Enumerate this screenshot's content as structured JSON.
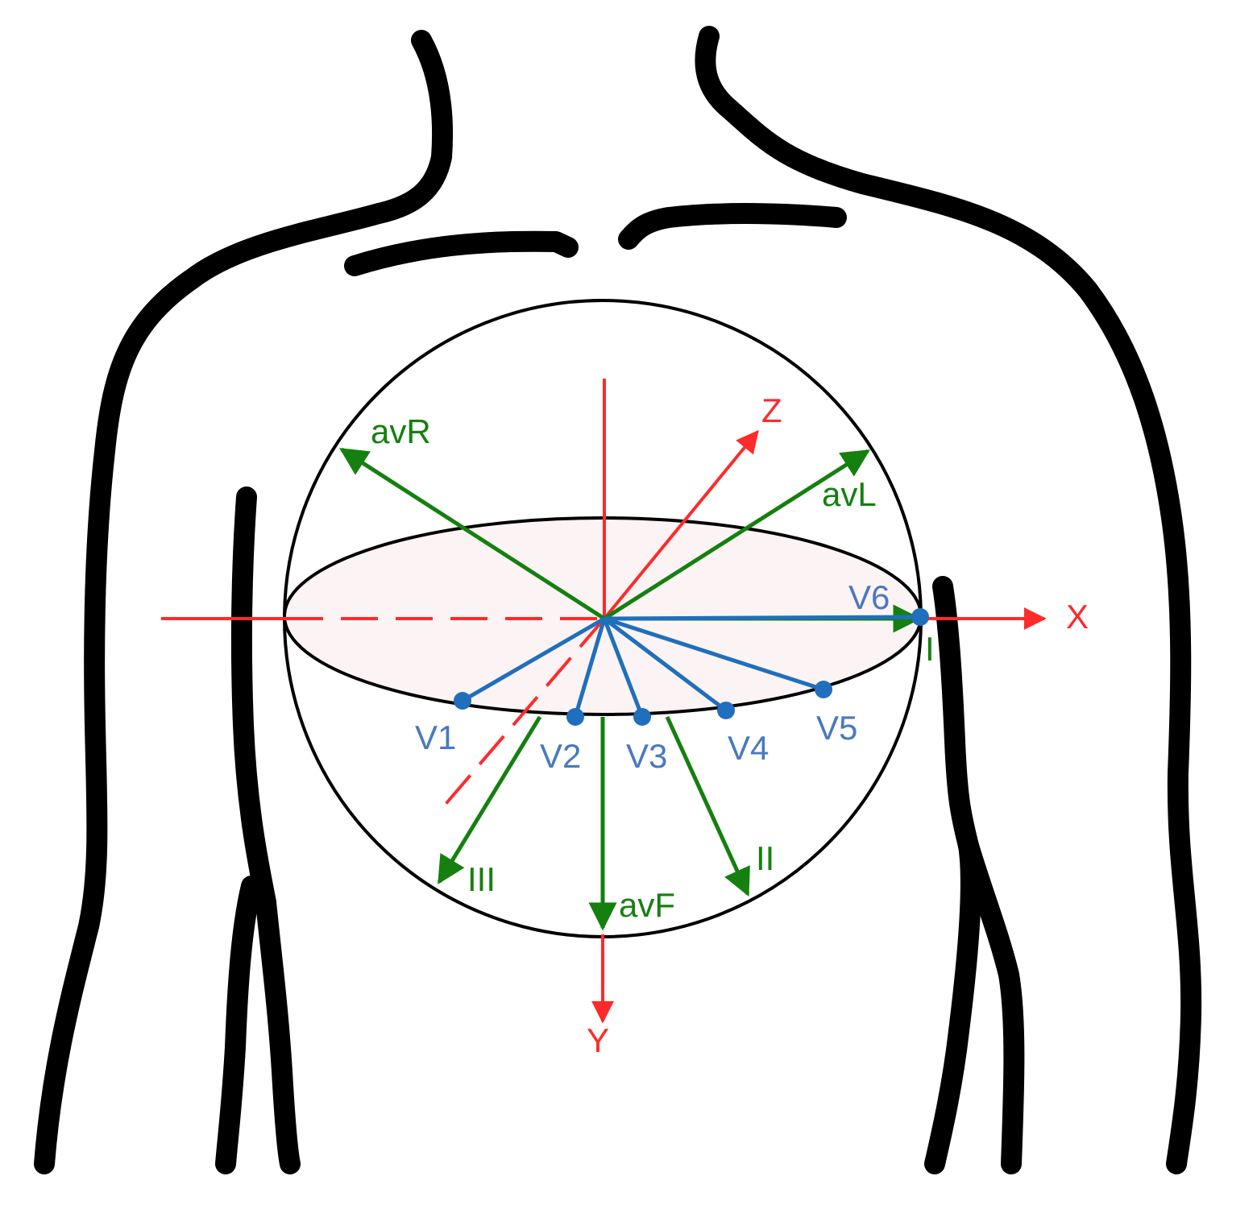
{
  "colors": {
    "axis": "#ff2a2a",
    "limb_leads": "#15800f",
    "precordial_leads": "#1f6fbd",
    "precordial_labels": "#4a78c0",
    "outline": "#000000",
    "plane_fill": "#fcf4f4"
  },
  "axes": {
    "x": "X",
    "y": "Y",
    "z": "Z"
  },
  "limb_leads": {
    "i": "I",
    "ii": "II",
    "iii": "III",
    "avr": "avR",
    "avl": "avL",
    "avf": "avF"
  },
  "precordial_leads": {
    "v1": "V1",
    "v2": "V2",
    "v3": "V3",
    "v4": "V4",
    "v5": "V5",
    "v6": "V6"
  }
}
